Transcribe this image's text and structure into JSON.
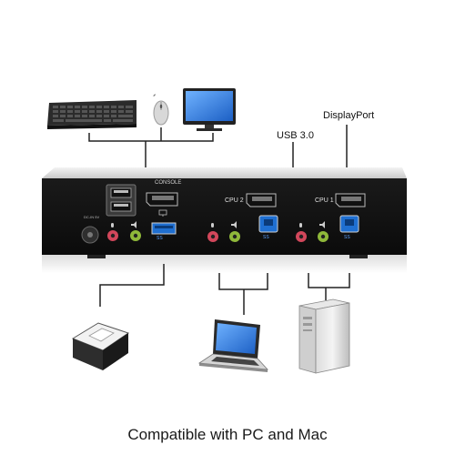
{
  "labels": {
    "displayport": "DisplayPort",
    "usb3": "USB 3.0",
    "console": "CONSOLE",
    "cpu2": "CPU 2",
    "cpu1": "CPU 1",
    "dc_in": "DC-IN 5V",
    "usb3_port": "SS",
    "usb3_port_b2": "SS",
    "usb3_port_b1": "SS"
  },
  "caption": "Compatible with PC and Mac",
  "colors": {
    "device_body": "#141414",
    "usb3_blue": "#1f6fd1",
    "mic_pink": "#d2475b",
    "audio_green": "#8fb83a",
    "wire": "#222222"
  },
  "icons": {
    "console_devices": [
      "keyboard-icon",
      "mouse-icon",
      "monitor-icon"
    ],
    "connected": [
      "usb-hub-icon",
      "laptop-icon",
      "desktop-tower-icon"
    ]
  }
}
